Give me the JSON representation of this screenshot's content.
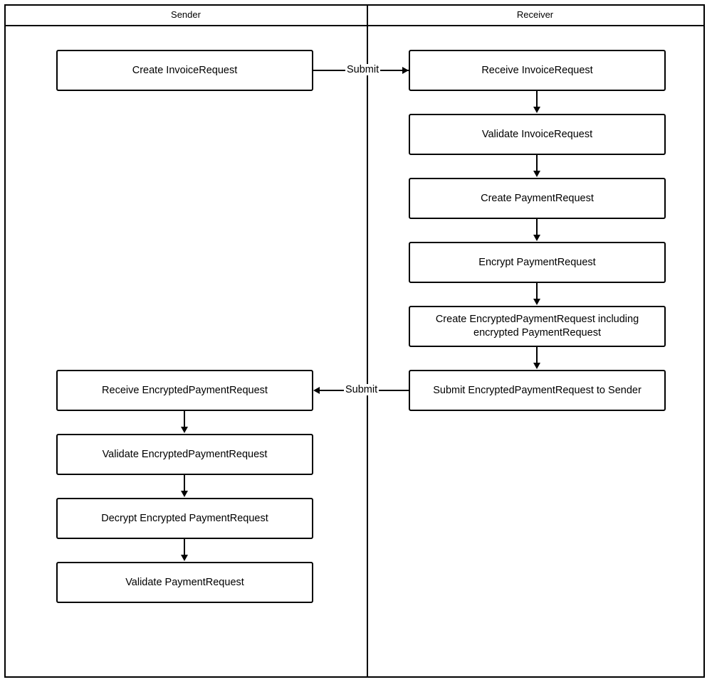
{
  "diagram": {
    "type": "bpmn-swimlane-flowchart",
    "background_color": "#ffffff",
    "line_color": "#000000",
    "box_fill_color": "#ffffff",
    "lanes": [
      {
        "id": "sender",
        "label": "Sender"
      },
      {
        "id": "receiver",
        "label": "Receiver"
      }
    ],
    "nodes": {
      "sender": [
        {
          "id": "s1",
          "label": "Create InvoiceRequest"
        },
        {
          "id": "s2",
          "label": "Receive EncryptedPaymentRequest"
        },
        {
          "id": "s3",
          "label": "Validate EncryptedPaymentRequest"
        },
        {
          "id": "s4",
          "label": "Decrypt Encrypted PaymentRequest"
        },
        {
          "id": "s5",
          "label": "Validate PaymentRequest"
        }
      ],
      "receiver": [
        {
          "id": "r1",
          "label": "Receive InvoiceRequest"
        },
        {
          "id": "r2",
          "label": "Validate InvoiceRequest"
        },
        {
          "id": "r3",
          "label": "Create PaymentRequest"
        },
        {
          "id": "r4",
          "label": "Encrypt PaymentRequest"
        },
        {
          "id": "r5",
          "label_line1": "Create EncryptedPaymentRequest including",
          "label_line2": "encrypted PaymentRequest"
        },
        {
          "id": "r6",
          "label": "Submit EncryptedPaymentRequest to Sender"
        }
      ]
    },
    "flows": [
      {
        "id": "f1",
        "from": "s1",
        "to": "r1",
        "label": "Submit",
        "direction": "right"
      },
      {
        "id": "f2",
        "from": "r1",
        "to": "r2",
        "label": "",
        "direction": "down"
      },
      {
        "id": "f3",
        "from": "r2",
        "to": "r3",
        "label": "",
        "direction": "down"
      },
      {
        "id": "f4",
        "from": "r3",
        "to": "r4",
        "label": "",
        "direction": "down"
      },
      {
        "id": "f5",
        "from": "r4",
        "to": "r5",
        "label": "",
        "direction": "down"
      },
      {
        "id": "f6",
        "from": "r5",
        "to": "r6",
        "label": "",
        "direction": "down"
      },
      {
        "id": "f7",
        "from": "r6",
        "to": "s2",
        "label": "Submit",
        "direction": "left"
      },
      {
        "id": "f8",
        "from": "s2",
        "to": "s3",
        "label": "",
        "direction": "down"
      },
      {
        "id": "f9",
        "from": "s3",
        "to": "s4",
        "label": "",
        "direction": "down"
      },
      {
        "id": "f10",
        "from": "s4",
        "to": "s5",
        "label": "",
        "direction": "down"
      }
    ]
  }
}
